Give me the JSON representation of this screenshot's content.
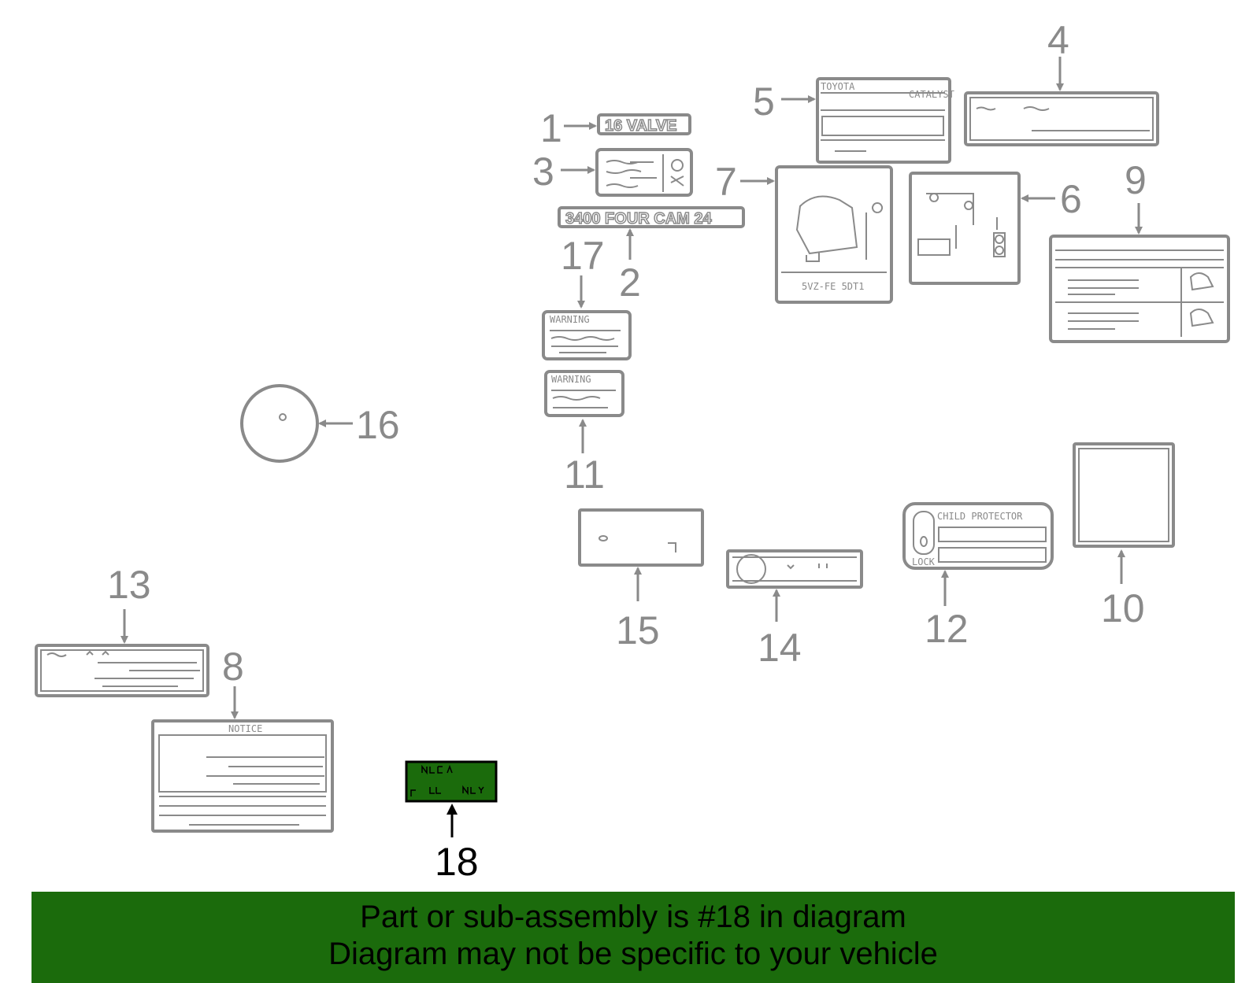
{
  "callouts": [
    "1",
    "2",
    "3",
    "4",
    "5",
    "6",
    "7",
    "8",
    "9",
    "10",
    "11",
    "12",
    "13",
    "14",
    "15",
    "16",
    "17",
    "18"
  ],
  "highlighted_part": "18",
  "label_text": {
    "valve_emblem": "16 VALVE",
    "engine_emblem": "3400 FOUR CAM 24",
    "warning_17": "WARNING",
    "warning_11": "WARNING",
    "child_protector": "CHILD PROTECTOR",
    "lock": "LOCK",
    "toyota": "TOYOTA",
    "catalyst": "CATALYST",
    "notice": "NOTICE",
    "engine_code": "5VZ-FE 5DT1"
  },
  "colors": {
    "highlight": "#1b6b0c",
    "line": "#8a8a8a"
  },
  "banner": {
    "line1": "Part or sub-assembly is #18 in diagram",
    "line2": "Diagram may not be specific to your vehicle"
  }
}
